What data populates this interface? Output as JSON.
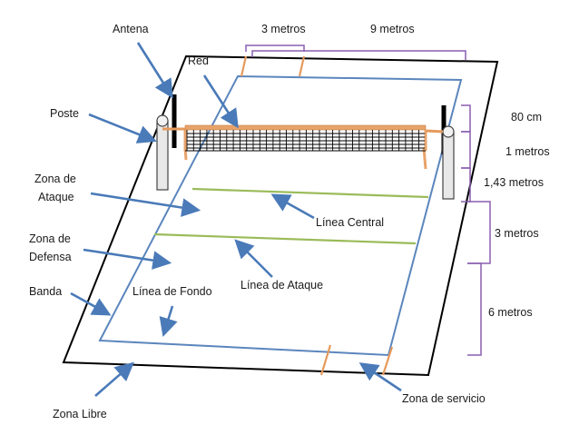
{
  "labels": {
    "antena": "Antena",
    "red": "Red",
    "poste": "Poste",
    "zona_ataque_1": "Zona de",
    "zona_ataque_2": "Ataque",
    "zona_defensa_1": "Zona de",
    "zona_defensa_2": "Defensa",
    "banda": "Banda",
    "linea_fondo": "Línea de Fondo",
    "linea_ataque": "Línea de Ataque",
    "linea_central": "Línea Central",
    "zona_libre": "Zona Libre",
    "zona_servicio": "Zona de servicio"
  },
  "measures": {
    "m3_top": "3 metros",
    "m9_top": "9 metros",
    "cm80": "80 cm",
    "m1": "1 metros",
    "m143": "1,43 metros",
    "m3_right": "3 metros",
    "m6_right": "6 metros"
  },
  "colors": {
    "court_line": "#5b86bd",
    "arrow": "#4a7ab8",
    "net_band": "#e8a36a",
    "post_orange": "#e59a5c",
    "bracket": "#8a5fb0",
    "attack_line": "#9bbb59",
    "antenna": "#000000",
    "border": "#000000",
    "post_fill": "#e8e8e8"
  }
}
